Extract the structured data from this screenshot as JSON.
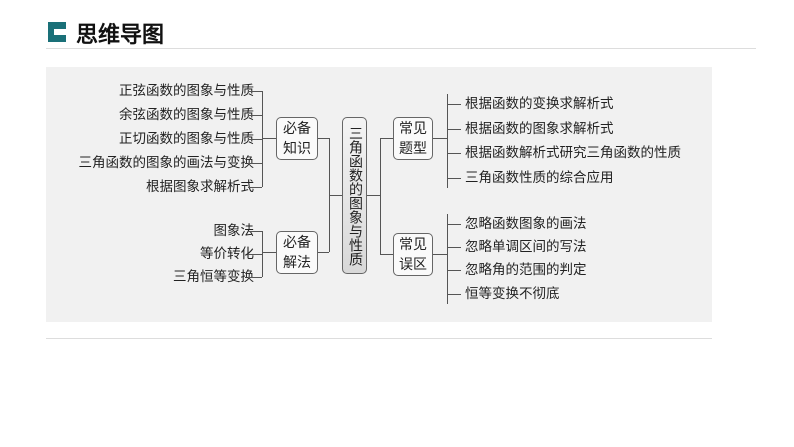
{
  "header": {
    "title": "思维导图"
  },
  "center": "三角函数的图象与性质",
  "left": [
    {
      "label": "必备知识",
      "items": [
        "正弦函数的图象与性质",
        "余弦函数的图象与性质",
        "正切函数的图象与性质",
        "三角函数的图象的画法与变换",
        "根据图象求解析式"
      ]
    },
    {
      "label": "必备解法",
      "items": [
        "图象法",
        "等价转化",
        "三角恒等变换"
      ]
    }
  ],
  "right": [
    {
      "label": "常见题型",
      "items": [
        "根据函数的变换求解析式",
        "根据函数的图象求解析式",
        "根据函数解析式研究三角函数的性质",
        "三角函数性质的综合应用"
      ]
    },
    {
      "label": "常见误区",
      "items": [
        "忽略函数图象的画法",
        "忽略单调区间的写法",
        "忽略角的范围的判定",
        "恒等变换不彻底"
      ]
    }
  ]
}
